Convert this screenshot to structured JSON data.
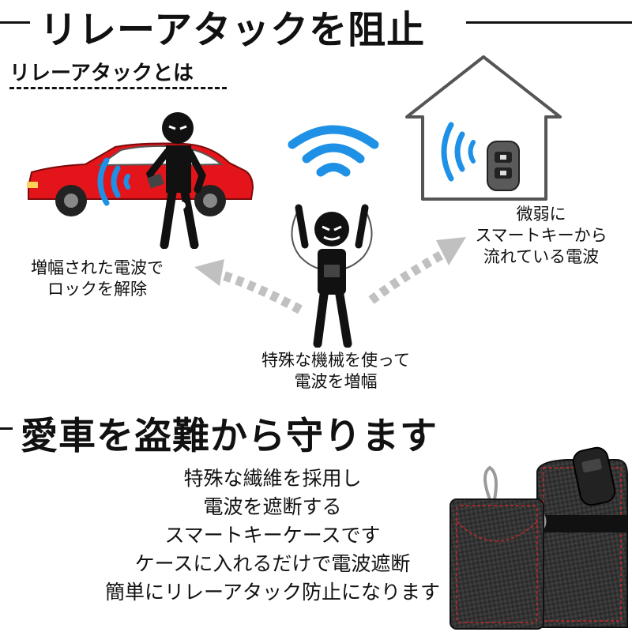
{
  "header": {
    "title": "リレーアタックを阻止"
  },
  "section1": {
    "heading": "リレーアタックとは"
  },
  "captions": {
    "car": [
      "増幅された電波で",
      "ロックを解除"
    ],
    "house": [
      "微弱に",
      "スマートキーから",
      "流れている電波"
    ],
    "thief": [
      "特殊な機械を使って",
      "電波を増幅"
    ]
  },
  "section2": {
    "title": "愛車を盗難から守ります",
    "lines": [
      "特殊な繊維を採用し",
      "電波を遮断する",
      "スマートキーケースです",
      "ケースに入れるだけで電波遮断",
      "簡単にリレーアタック防止になります"
    ]
  },
  "colors": {
    "car": "#e3151a",
    "wave": "#1e90e6",
    "arrow": "#c0c0c0"
  },
  "icons": [
    "car-icon",
    "thief-icon",
    "house-icon",
    "smart-key-icon",
    "wifi-icon",
    "pouch-icon"
  ]
}
